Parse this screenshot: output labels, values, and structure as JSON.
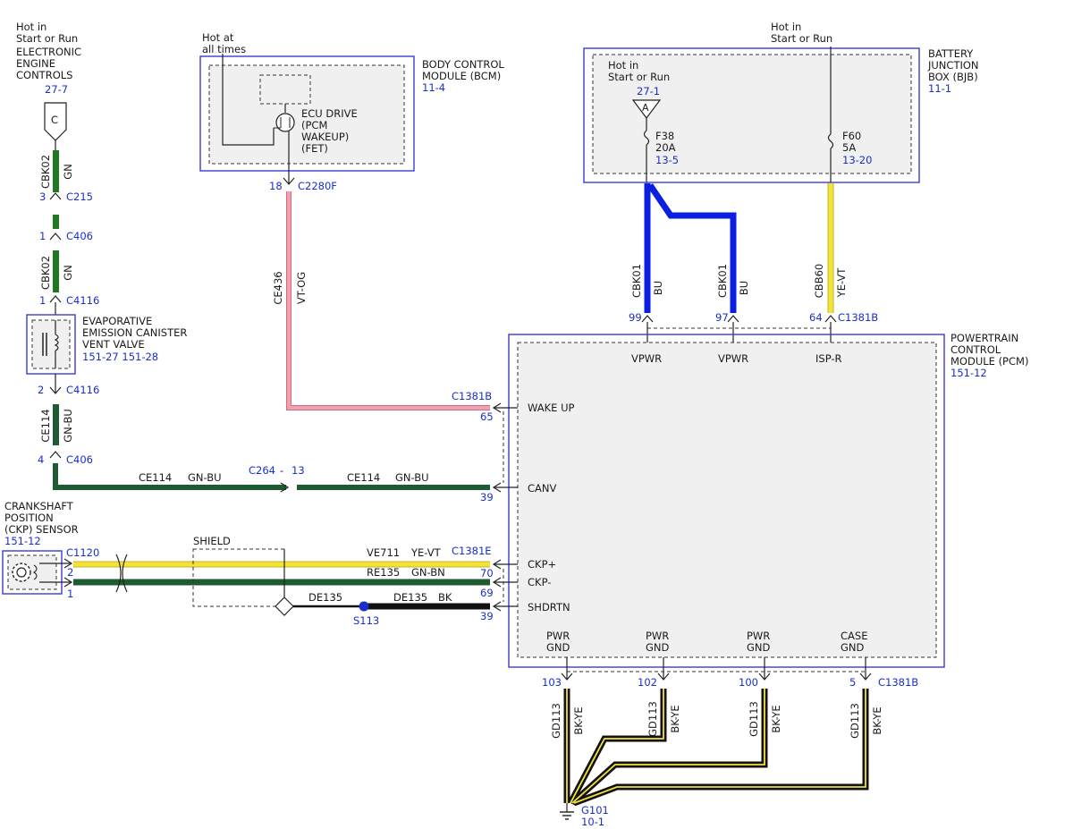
{
  "ecc": {
    "hot": [
      "Hot in",
      "Start or Run"
    ],
    "name": [
      "ELECTRONIC",
      "ENGINE",
      "CONTROLS"
    ],
    "ref": "27-7",
    "connector_letter": "C",
    "wire1": {
      "circuit": "CBK02",
      "color": "GN"
    },
    "conn1": {
      "pin": "3",
      "name": "C215"
    },
    "conn2": {
      "pin": "1",
      "name": "C406"
    },
    "wire2": {
      "circuit": "CBK02",
      "color": "GN"
    },
    "conn3": {
      "pin": "1",
      "name": "C4116"
    }
  },
  "evap": {
    "name": [
      "EVAPORATIVE",
      "EMISSION CANISTER",
      "VENT VALVE"
    ],
    "ref": "151-27  151-28",
    "conn_out": {
      "pin": "2",
      "name": "C4116"
    },
    "wire": {
      "circuit": "CE114",
      "color": "GN-BU"
    },
    "conn_c406": {
      "pin": "4",
      "name": "C406"
    }
  },
  "canv_wire": {
    "left_circuit": "CE114",
    "left_color": "GN-BU",
    "splice": "C264",
    "splice_sep": "-",
    "splice_pin": "13",
    "right_circuit": "CE114",
    "right_color": "GN-BU"
  },
  "bcm": {
    "hot": [
      "Hot at",
      "all times"
    ],
    "name": [
      "BODY CONTROL",
      "MODULE (BCM)"
    ],
    "ref": "11-4",
    "driver": [
      "ECU DRIVE",
      "(PCM",
      "WAKEUP)",
      "(FET)"
    ],
    "conn": {
      "pin": "18",
      "name": "C2280F"
    },
    "wire": {
      "circuit": "CE436",
      "color": "VT-OG"
    }
  },
  "bjb": {
    "hot_top": [
      "Hot in",
      "Start or Run"
    ],
    "name": [
      "BATTERY",
      "JUNCTION",
      "BOX (BJB)"
    ],
    "ref": "11-1",
    "hot_inner": [
      "Hot in",
      "Start or Run"
    ],
    "inner_ref": "27-1",
    "connector_letter": "A",
    "fuse1": {
      "name": "F38",
      "rating": "20A",
      "ref": "13-5"
    },
    "fuse2": {
      "name": "F60",
      "rating": "5A",
      "ref": "13-20"
    }
  },
  "pcm_feed": {
    "w1": {
      "circuit": "CBK01",
      "color": "BU",
      "pin": "99"
    },
    "w2": {
      "circuit": "CBK01",
      "color": "BU",
      "pin": "97"
    },
    "w3": {
      "circuit": "CBB60",
      "color": "YE-VT",
      "pin": "64"
    },
    "conn": "C1381B"
  },
  "pcm": {
    "name": [
      "POWERTRAIN",
      "CONTROL",
      "MODULE (PCM)"
    ],
    "ref": "151-12",
    "top_pins": [
      "VPWR",
      "VPWR",
      "ISP-R"
    ],
    "wake": {
      "label": "WAKE UP",
      "pin": "65",
      "conn": "C1381B"
    },
    "canv": {
      "label": "CANV",
      "pin": "39"
    },
    "ckp_plus": {
      "label": "CKP+",
      "pin": "70",
      "conn": "C1381E"
    },
    "ckp_minus": {
      "label": "CKP-",
      "pin": "69"
    },
    "shdrtn": {
      "label": "SHDRTN",
      "pin": "39"
    },
    "gnds": [
      {
        "l1": "PWR",
        "l2": "GND",
        "pin": "103"
      },
      {
        "l1": "PWR",
        "l2": "GND",
        "pin": "102"
      },
      {
        "l1": "PWR",
        "l2": "GND",
        "pin": "100"
      },
      {
        "l1": "CASE",
        "l2": "GND",
        "pin": "5"
      }
    ],
    "gnd_conn": "C1381B",
    "gnd_wire": {
      "circuit": "GD113",
      "color": "BK-YE"
    },
    "ground": {
      "name": "G101",
      "ref": "10-1"
    }
  },
  "ckp": {
    "name": [
      "CRANKSHAFT",
      "POSITION",
      "(CKP) SENSOR"
    ],
    "ref": "151-12",
    "conn": "C1120",
    "pin2": "2",
    "pin1": "1",
    "shield": "SHIELD",
    "w1": {
      "circuit": "VE711",
      "color": "YE-VT"
    },
    "w2": {
      "circuit": "RE135",
      "color": "GN-BN"
    },
    "drain": {
      "left_circuit": "DE135",
      "right_circuit": "DE135",
      "right_color": "BK"
    },
    "splice": "S113"
  },
  "colors": {
    "green": "#1f7a1f",
    "dark_green": "#1e5a32",
    "blue": "#0a1fe0",
    "pink": "#f0a0b0",
    "yellow": "#f2e23a",
    "black": "#111111",
    "module_border": "#3b3bd6",
    "label_blue": "#1a2ecc"
  }
}
